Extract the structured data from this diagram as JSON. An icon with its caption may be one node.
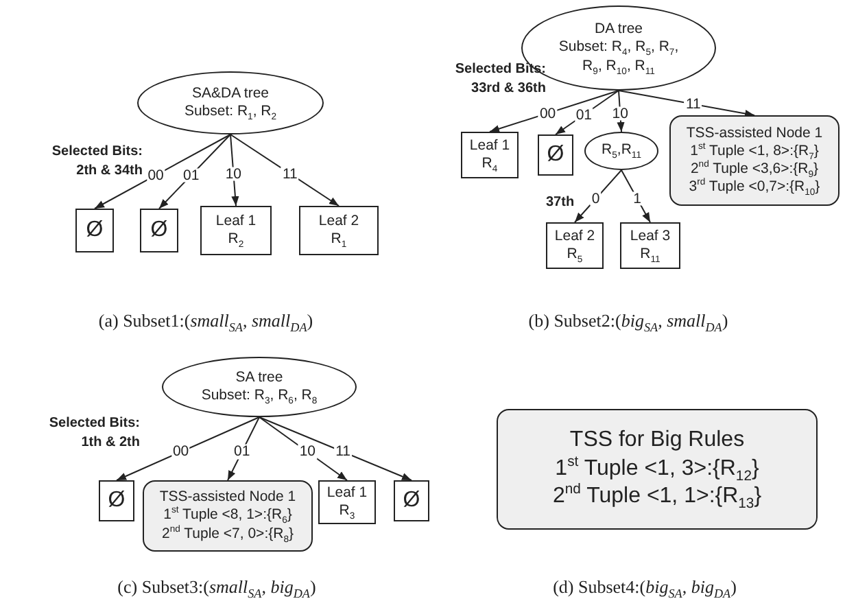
{
  "diagram": {
    "nodes": [
      {
        "text": [
          "SA&DA tree",
          "Subset: R$_{1}$, R$_{2}$"
        ]
      },
      {
        "text": [
          "Ø"
        ]
      },
      {
        "text": [
          "Ø"
        ]
      },
      {
        "text": [
          "Leaf 1",
          "R$_{2}$"
        ]
      },
      {
        "text": [
          "Leaf 2",
          "R$_{1}$"
        ]
      },
      {
        "text": [
          "DA tree",
          "Subset: R$_{4}$, R$_{5}$, R$_{7}$, R$_{9}$, R$_{10}$, R$_{11}$"
        ]
      },
      {
        "text": [
          "Leaf 1",
          "R$_{4}$"
        ]
      },
      {
        "text": [
          "Ø"
        ]
      },
      {
        "text": [
          "R$_{5}$,R$_{11}$"
        ]
      },
      {
        "text": [
          "TSS-assisted Node 1",
          "1$^{st}$ Tuple <1, 8>:{R$_{7}$}",
          "2$^{nd}$ Tuple <3,6>:{R$_{9}$}",
          "3$^{rd}$ Tuple <0,7>:{R$_{10}$}"
        ]
      },
      {
        "text": [
          "Leaf 2",
          "R$_{5}$"
        ]
      },
      {
        "text": [
          "Leaf 3",
          "R$_{11}$"
        ]
      },
      {
        "text": [
          "SA tree",
          "Subset: R$_{3}$, R$_{6}$, R$_{8}$"
        ]
      },
      {
        "text": [
          "Ø"
        ]
      },
      {
        "text": [
          "TSS-assisted Node 1",
          "1$^{st}$ Tuple <8, 1>:{R$_{6}$}",
          "2$^{nd}$ Tuple <7, 0>:{R$_{8}$}"
        ]
      },
      {
        "text": [
          "Leaf 1",
          "R$_{3}$"
        ]
      },
      {
        "text": [
          "Ø"
        ]
      },
      {
        "text": [
          "TSS for Big Rules",
          "1$^{st}$ Tuple <1, 3>:{R$_{12}$}",
          "2$^{nd}$ Tuple <1, 1>:{R$_{13}$}"
        ]
      }
    ],
    "edges": [
      {
        "from": 0,
        "to": 1,
        "arrow": "to",
        "label": "00"
      },
      {
        "from": 0,
        "to": 2,
        "arrow": "to",
        "label": "01"
      },
      {
        "from": 0,
        "to": 3,
        "arrow": "to",
        "label": "10"
      },
      {
        "from": 0,
        "to": 4,
        "arrow": "to",
        "label": "11"
      },
      {
        "from": 5,
        "to": 6,
        "arrow": "to",
        "label": "00"
      },
      {
        "from": 5,
        "to": 7,
        "arrow": "to",
        "label": "01"
      },
      {
        "from": 5,
        "to": 8,
        "arrow": "to",
        "label": "10"
      },
      {
        "from": 5,
        "to": 9,
        "arrow": "to",
        "label": "11"
      },
      {
        "from": 8,
        "to": 10,
        "arrow": "to",
        "label": "0"
      },
      {
        "from": 8,
        "to": 11,
        "arrow": "to",
        "label": "1"
      },
      {
        "from": 12,
        "to": 13,
        "arrow": "to",
        "label": "00"
      },
      {
        "from": 12,
        "to": 14,
        "arrow": "to",
        "label": "01"
      },
      {
        "from": 12,
        "to": 15,
        "arrow": "to",
        "label": "10"
      },
      {
        "from": 12,
        "to": 16,
        "arrow": "to",
        "label": "11"
      }
    ],
    "labels": [
      "Selected Bits: 2th & 34th",
      "(a) Subset1:(*small*$_{SA}$, *small*$_{DA}$)",
      "Selected Bits: 33rd & 36th",
      "37th",
      "(b) Subset2:(*big*$_{SA}$, *small*$_{DA}$)",
      "Selected Bits: 1th & 2th",
      "(c) Subset3:(*small*$_{SA}$, *big*$_{DA}$)",
      "(d) Subset4:(*big*$_{SA}$, *big*$_{DA}$)"
    ]
  }
}
